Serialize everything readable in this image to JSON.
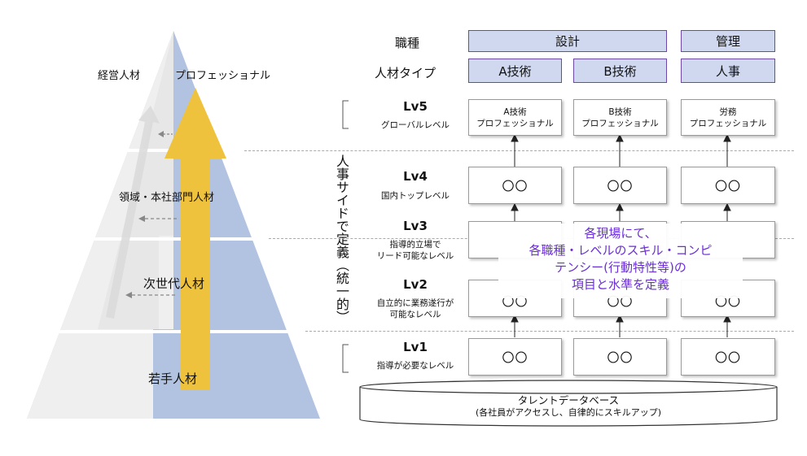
{
  "pyramid": {
    "top_left_label": "経営人材",
    "top_right_label": "プロフェッショナル",
    "tiers": [
      "領域・本社部門人材",
      "次世代人材",
      "若手人材"
    ]
  },
  "vertical_caption": "人事サイドで定義（統一的）",
  "header": {
    "row1_label": "職種",
    "row2_label": "人材タイプ",
    "groups": [
      "設計",
      "管理"
    ],
    "types": [
      "A技術",
      "B技術",
      "人事"
    ]
  },
  "levels": [
    {
      "name": "Lv5",
      "desc": "グローバルレベル"
    },
    {
      "name": "Lv4",
      "desc": "国内トップレベル"
    },
    {
      "name": "Lv3",
      "desc": "指導的立場で\nリード可能なレベル"
    },
    {
      "name": "Lv2",
      "desc": "自立的に業務遂行が\n可能なレベル"
    },
    {
      "name": "Lv1",
      "desc": "指導が必要なレベル"
    }
  ],
  "grid": {
    "lv5_cells": [
      "A技術\nプロフェッショナル",
      "B技術\nプロフェッショナル",
      "労務\nプロフェッショナル"
    ],
    "placeholder": "〇〇"
  },
  "callout": {
    "lines": [
      "各現場にて、",
      "各職種・レベルのスキル・コンピ",
      "テンシー(行動特性等)の",
      "項目と水準を定義"
    ]
  },
  "database": {
    "title": "タレントデータベース",
    "subtitle": "(各社員がアクセスし、自律的にスキルアップ)"
  },
  "colors": {
    "pyramid_blue": "#b1c3e0",
    "pyramid_gray": "#eeeeee",
    "arrow_yellow": "#efc23d",
    "header_fill": "#cfd8ef",
    "header_border": "#6b4aa6",
    "callout_text": "#6a2ed6"
  }
}
